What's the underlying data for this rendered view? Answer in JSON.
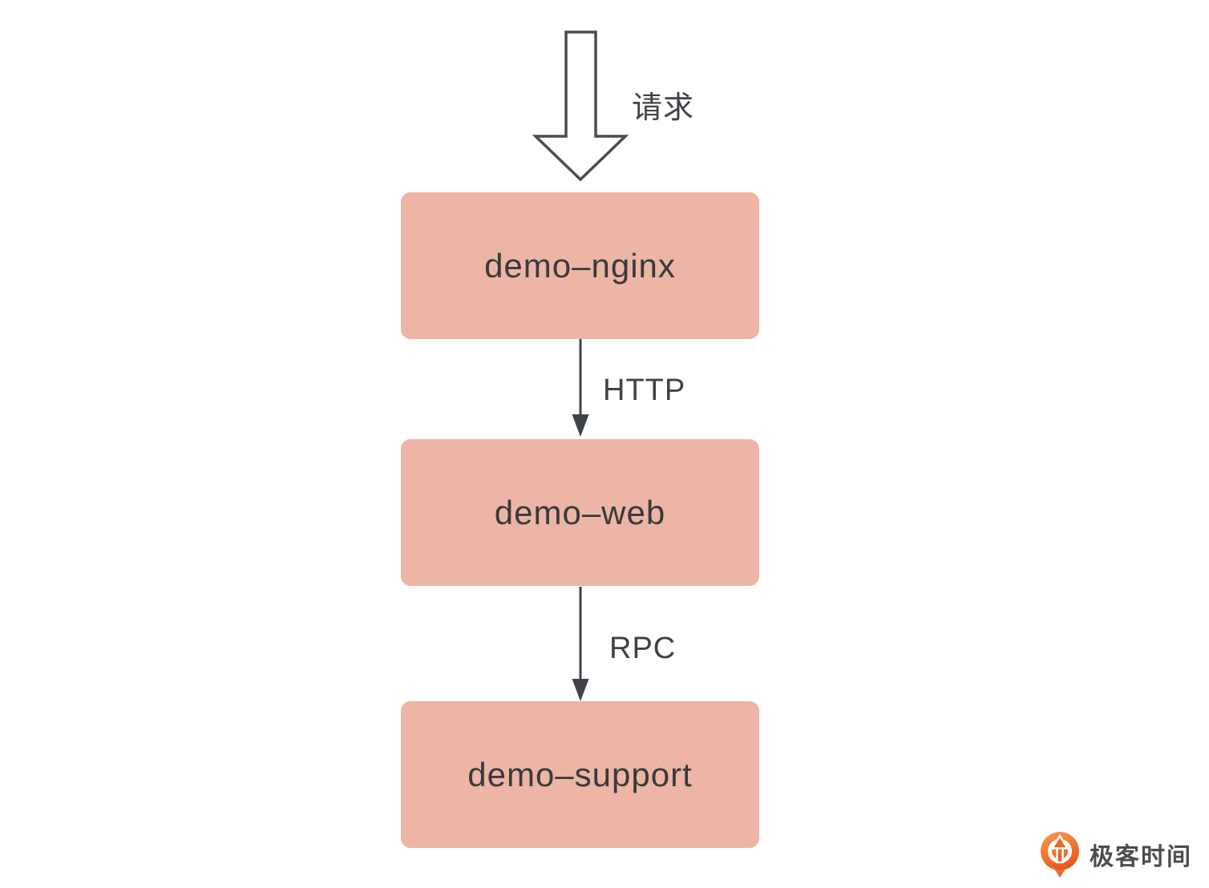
{
  "diagram": {
    "request_label": "请求",
    "nodes": [
      {
        "id": "demo-nginx",
        "label": "demo–nginx"
      },
      {
        "id": "demo-web",
        "label": "demo–web"
      },
      {
        "id": "demo-support",
        "label": "demo–support"
      }
    ],
    "edges": [
      {
        "from": "demo-nginx",
        "to": "demo-web",
        "label": "HTTP"
      },
      {
        "from": "demo-web",
        "to": "demo-support",
        "label": "RPC"
      }
    ],
    "colors": {
      "node_fill": "#ecb5a6",
      "node_text": "#3a3a3a",
      "arrow_stroke": "#45484b",
      "label_text": "#3f4246",
      "background": "#ffffff"
    }
  },
  "branding": {
    "logo_text": "极客时间",
    "logo_orange": "#ed6524",
    "logo_text_color": "#4d4d4d"
  }
}
